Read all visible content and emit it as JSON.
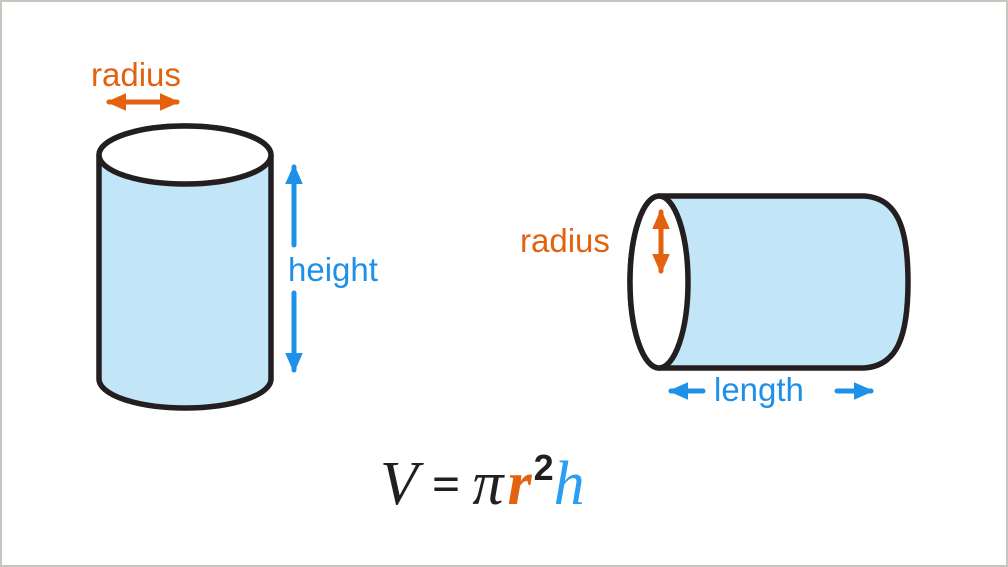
{
  "page": {
    "background": "#ffffff",
    "border_color": "#c9c5bd",
    "description": "Diagram of two cylinders labelled with radius, height and length, and the volume formula"
  },
  "colors": {
    "orange": "#e2620f",
    "blue": "#1e90e8",
    "formula_blue": "#2b9ef0",
    "outline": "#231f20",
    "cylinder_fill": "#c3e5f8",
    "cylinder_face": "#ffffff"
  },
  "vertical_cylinder": {
    "radius_label": "radius",
    "height_label": "height"
  },
  "horizontal_cylinder": {
    "radius_label": "radius",
    "length_label": "length"
  },
  "formula": {
    "full_text": "V = πr²h",
    "volume_symbol": "V",
    "equals": "=",
    "pi": "π",
    "radius_symbol": "r",
    "exponent": "2",
    "height_symbol": "h"
  }
}
